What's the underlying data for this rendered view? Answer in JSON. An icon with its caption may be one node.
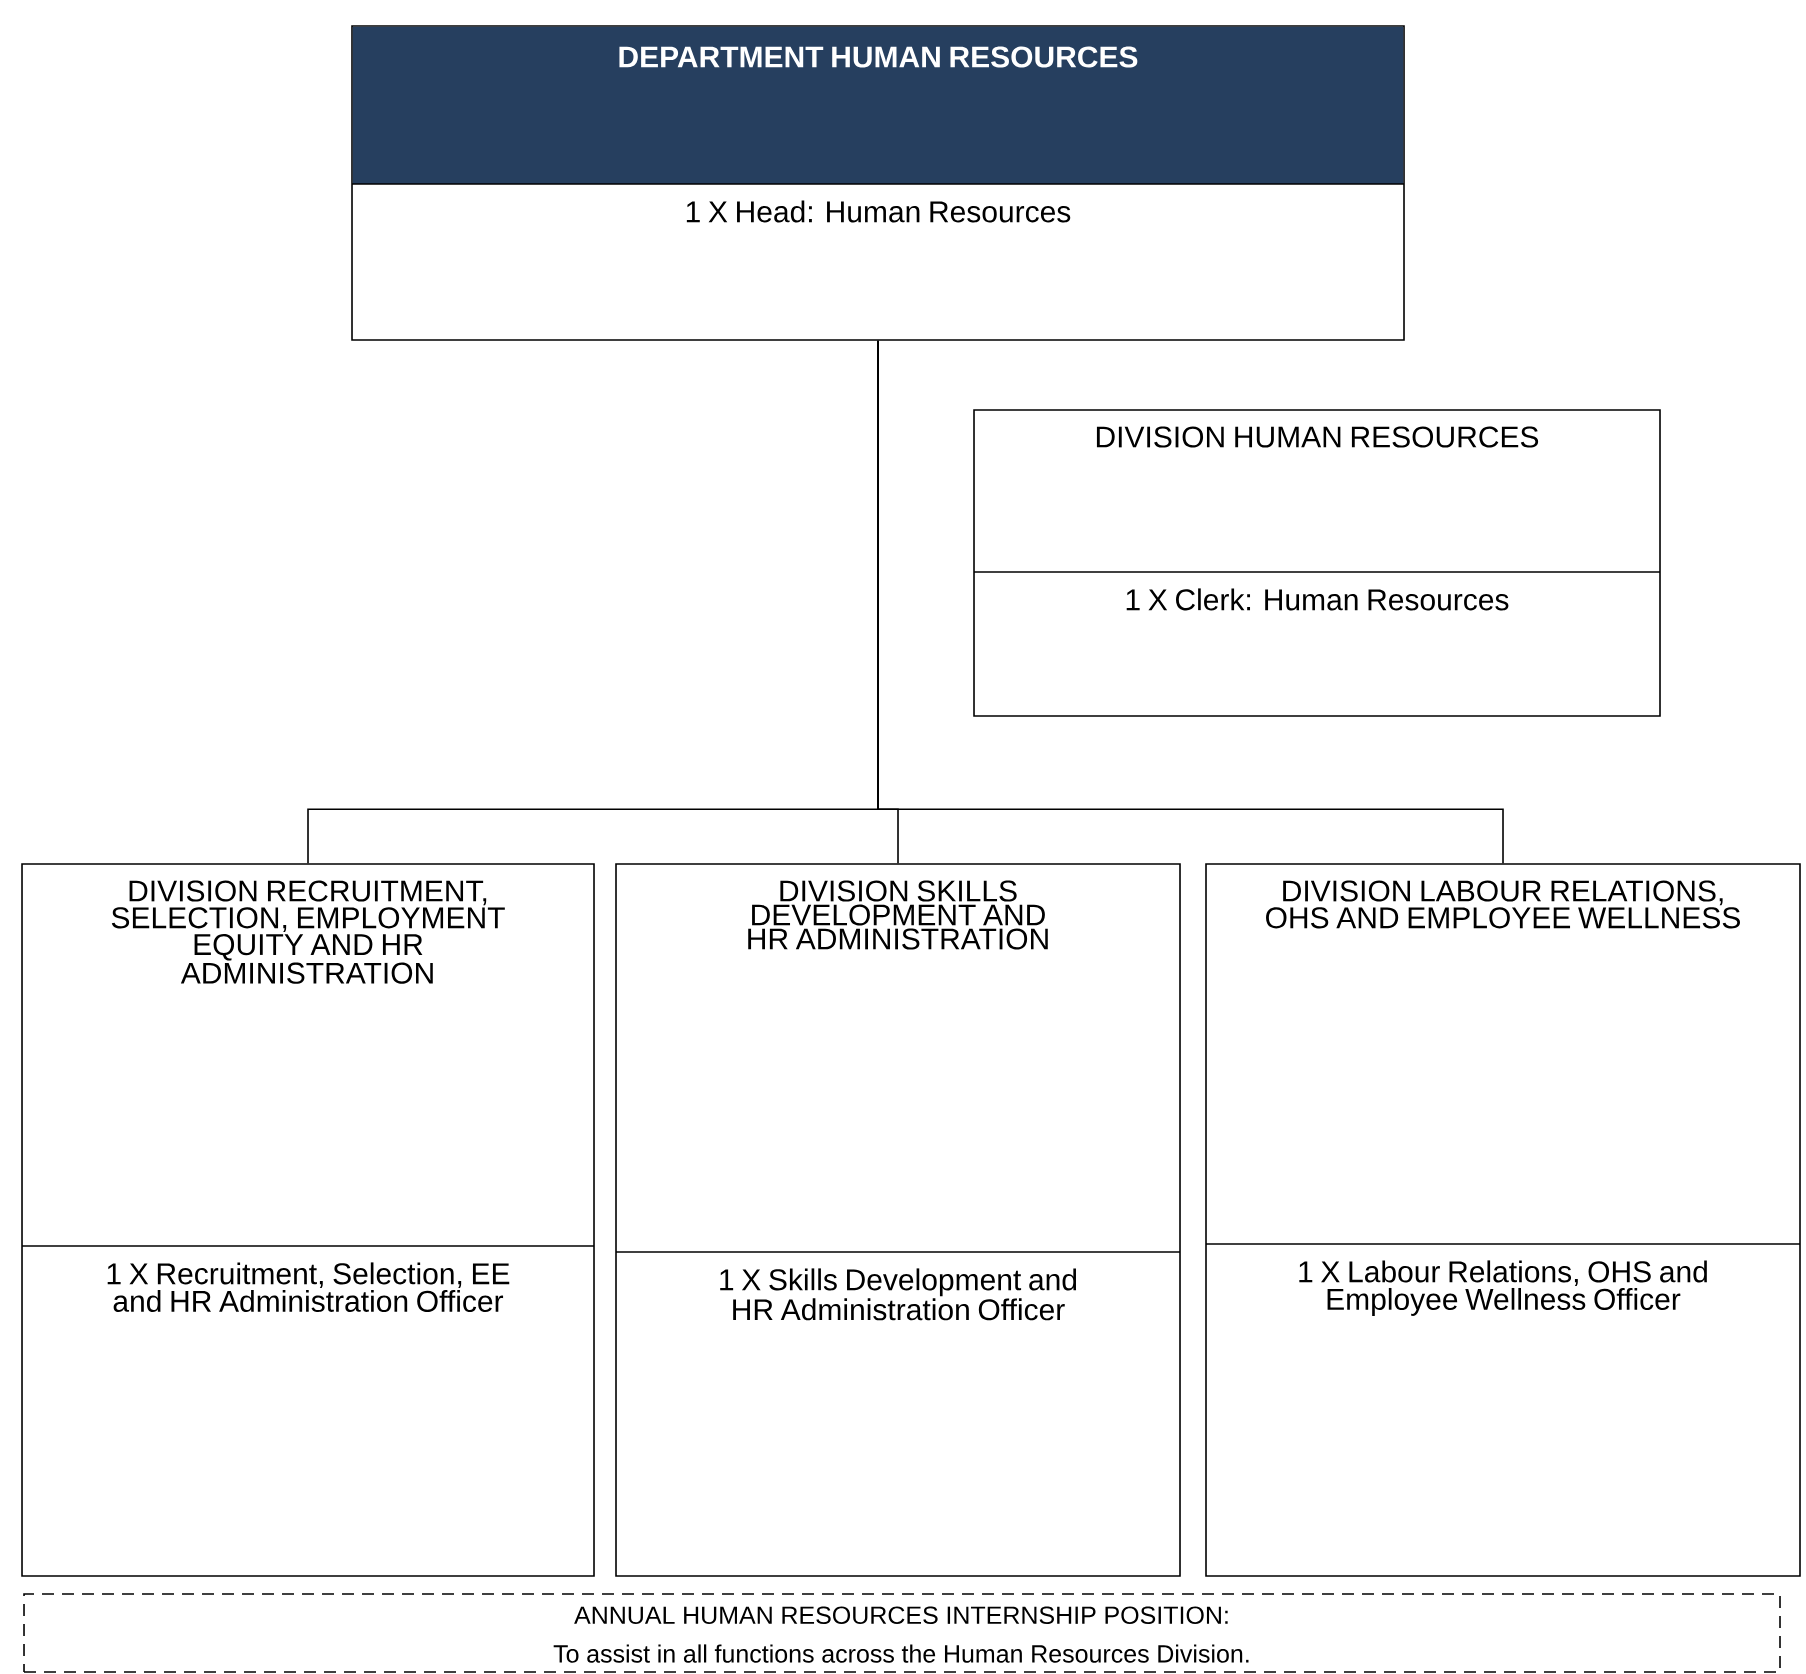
{
  "diagram": {
    "nodes": [
      {
        "text": [
          "DEPARTMENT HUMAN RESOURCES",
          "1 X Head: Human Resources"
        ]
      },
      {
        "text": [
          "DIVISION HUMAN RESOURCES",
          "1 X Clerk: Human Resources"
        ]
      },
      {
        "text": [
          "DIVISION RECRUITMENT, SELECTION, EMPLOYMENT EQUITY AND HR ADMINISTRATION",
          "1 X Recruitment, Selection, EE and HR Administration Officer"
        ]
      },
      {
        "text": [
          "DIVISION SKILLS DEVELOPMENT AND HR ADMINISTRATION",
          "1 X Skills Development and HR Administration Officer"
        ]
      },
      {
        "text": [
          "DIVISION LABOUR RELATIONS, OHS AND EMPLOYEE WELLNESS",
          "1 X Labour Relations, OHS and Employee Wellness Officer"
        ]
      },
      {
        "text": [
          "ANNUAL HUMAN RESOURCES INTERNSHIP POSITION:",
          "To assist in all functions across the Human Resources Division."
        ]
      }
    ],
    "edges": [
      {
        "from": 0,
        "to": 2,
        "arrow": "none"
      },
      {
        "from": 0,
        "to": 3,
        "arrow": "none"
      },
      {
        "from": 0,
        "to": 4,
        "arrow": "none"
      }
    ]
  }
}
